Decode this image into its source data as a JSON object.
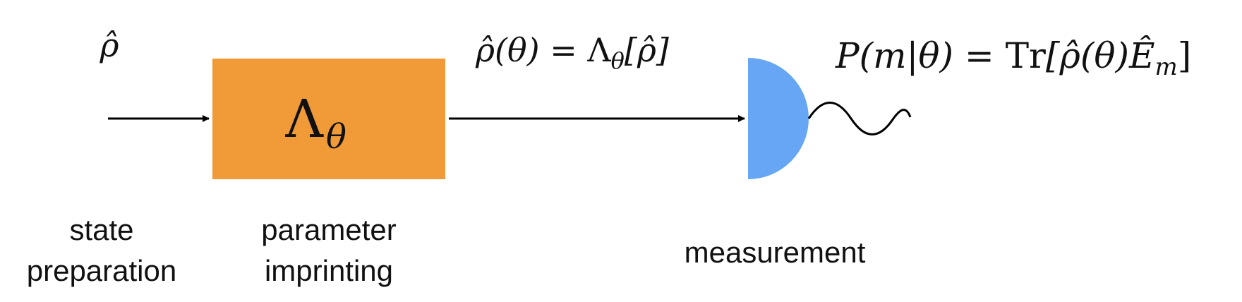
{
  "colors": {
    "process_box": "#F09B38",
    "detector": "#66A6F5",
    "line": "#000000"
  },
  "input_state": {
    "symbol": "ρ̂"
  },
  "process": {
    "symbol": "Λ",
    "subscript": "θ"
  },
  "channel_equation": {
    "lhs": "ρ̂(θ) = ",
    "lambda": "Λ",
    "sub": "θ",
    "arg": "[ρ̂]"
  },
  "measurement_equation": {
    "lhs": "P(m|θ) = ",
    "op": "Tr",
    "arg_start": "[ρ̂(θ)",
    "operator": "Ê",
    "operator_sub": "m",
    "arg_end": "]"
  },
  "labels": {
    "state_line1": "state",
    "state_line2": "preparation",
    "parameter_line1": "parameter",
    "parameter_line2": "imprinting",
    "measurement": "measurement"
  },
  "icons": {
    "detector": "half-disc-detector-icon",
    "signal": "wavy-signal-icon"
  }
}
